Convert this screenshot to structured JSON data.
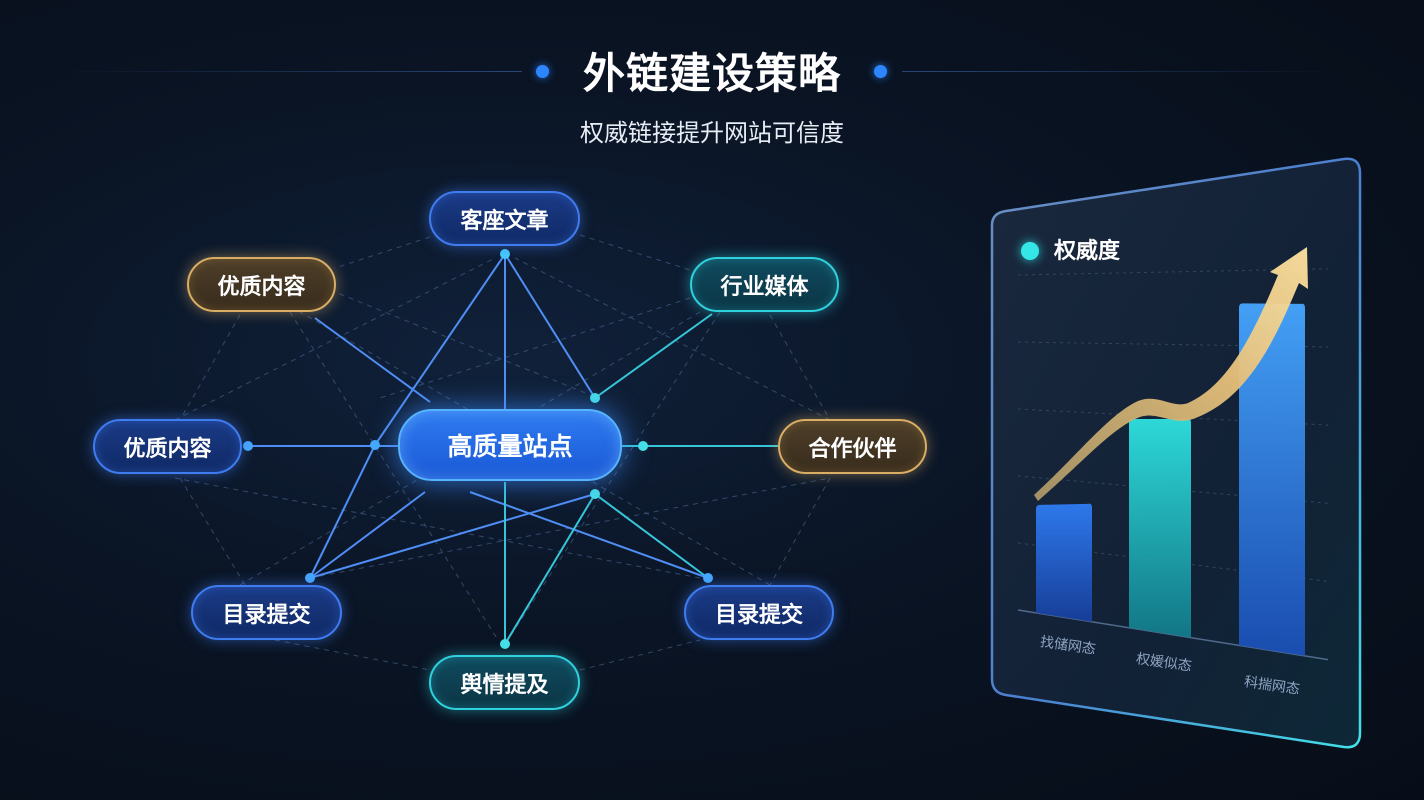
{
  "header": {
    "title": "外链建设策略",
    "subtitle": "权威链接提升网站可信度"
  },
  "network": {
    "center": {
      "label": "高质量站点"
    },
    "nodes": [
      {
        "id": "top",
        "label": "客座文章",
        "style": "blue"
      },
      {
        "id": "top-left",
        "label": "优质内容",
        "style": "gold"
      },
      {
        "id": "top-right",
        "label": "行业媒体",
        "style": "teal"
      },
      {
        "id": "left",
        "label": "优质内容",
        "style": "blue"
      },
      {
        "id": "right",
        "label": "合作伙伴",
        "style": "gold"
      },
      {
        "id": "bottom-left",
        "label": "目录提交",
        "style": "blue"
      },
      {
        "id": "bottom-right",
        "label": "目录提交",
        "style": "blue"
      },
      {
        "id": "bottom",
        "label": "舆情提及",
        "style": "teal"
      }
    ],
    "colors": {
      "blue": "#3f7cf0",
      "gold": "#d9ad63",
      "teal": "#2fd1dd",
      "center": "#2f7cf0"
    }
  },
  "panel": {
    "title": "权威度",
    "chart_data": {
      "type": "bar",
      "categories": [
        "找储网态",
        "权媛似态",
        "科揣网态"
      ],
      "values": [
        30,
        58,
        95
      ],
      "ylim": [
        0,
        100
      ],
      "grid": true,
      "trend_arrow": true,
      "colors": [
        "#2a72f0",
        "#22d6d8",
        "#3a8cf6"
      ],
      "arrow_color": "#f0c878"
    }
  }
}
